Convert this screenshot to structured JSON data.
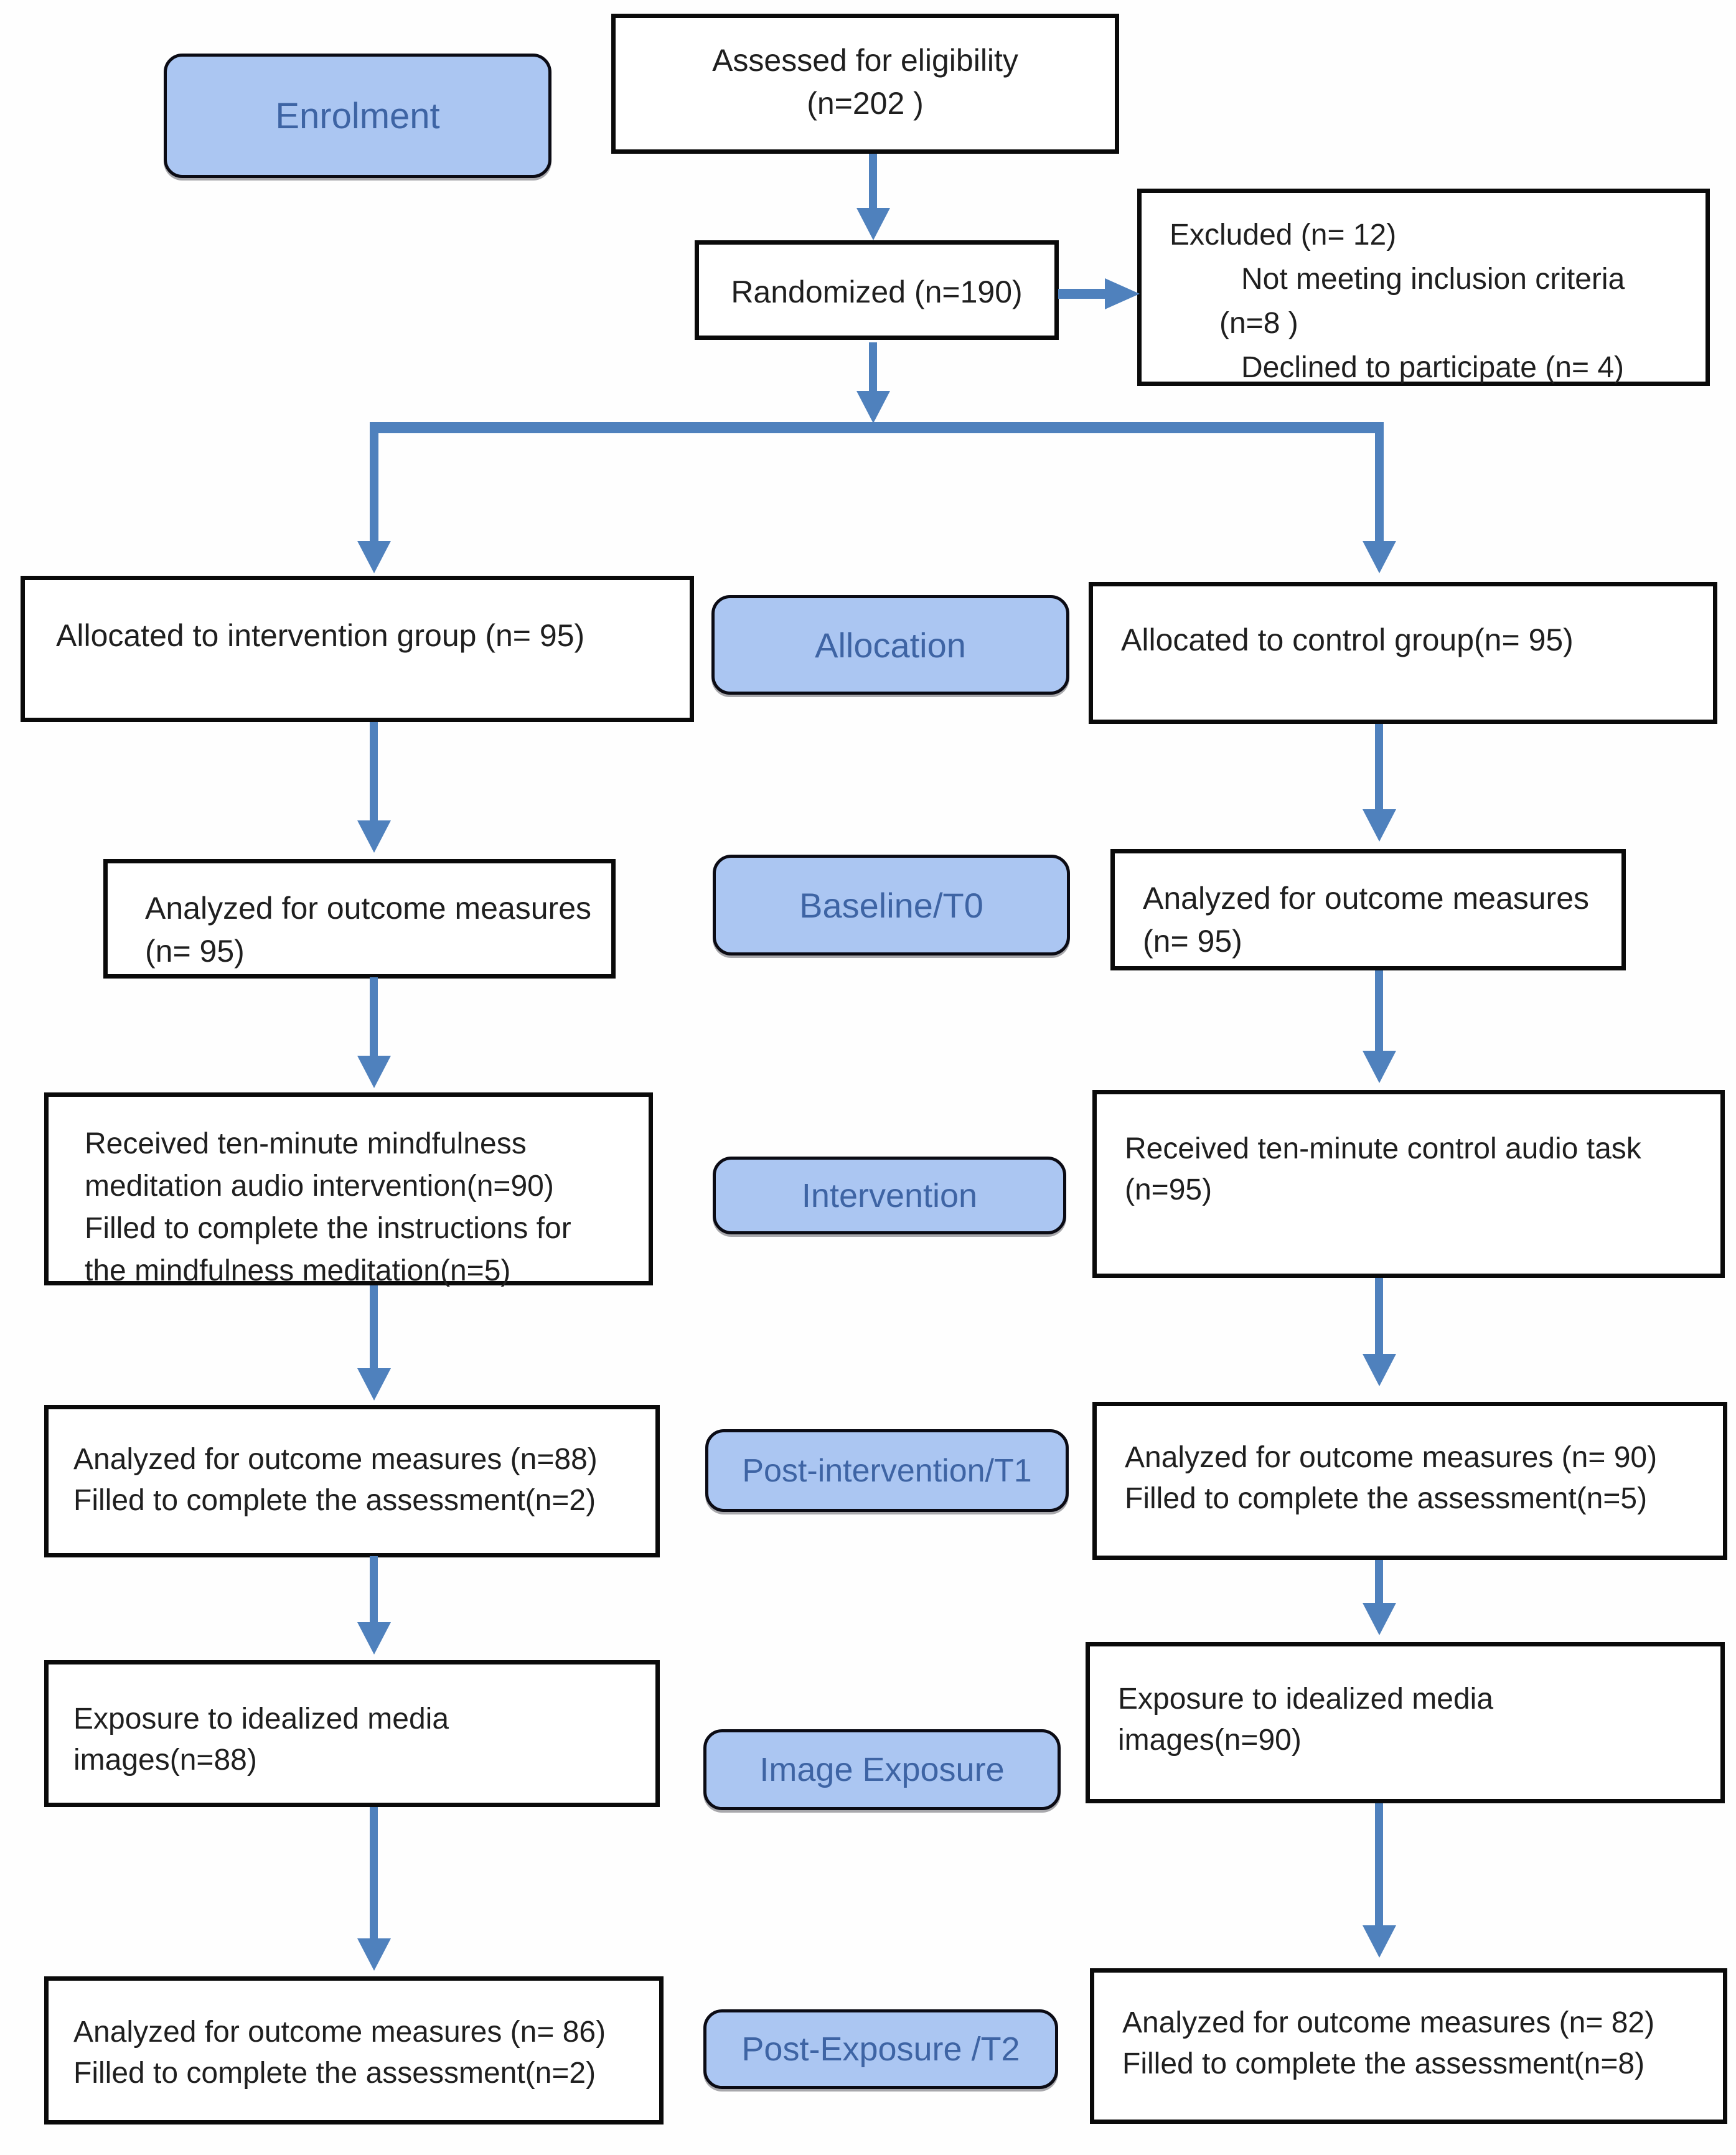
{
  "stages": {
    "enrolment": "Enrolment",
    "allocation": "Allocation",
    "baseline": "Baseline/T0",
    "intervention": "Intervention",
    "post_intervention": "Post-intervention/T1",
    "image_exposure": "Image Exposure",
    "post_exposure": "Post-Exposure /T2"
  },
  "nodes": {
    "assessed": {
      "lines": [
        "Assessed for eligibility",
        "(n=202 )"
      ]
    },
    "randomized": {
      "lines": [
        "Randomized (n=190)"
      ]
    },
    "excluded": {
      "lines": [
        "Excluded (n= 12)",
        "Not meeting inclusion criteria",
        "(n=8 )",
        "Declined to participate (n= 4)"
      ]
    },
    "allocated_intervention": {
      "lines": [
        "Allocated to intervention group (n= 95)"
      ]
    },
    "allocated_control": {
      "lines": [
        "Allocated to control group(n= 95)"
      ]
    },
    "baseline_intervention": {
      "lines": [
        "Analyzed for outcome measures",
        "(n= 95)"
      ]
    },
    "baseline_control": {
      "lines": [
        "Analyzed for outcome measures",
        "(n= 95)"
      ]
    },
    "intervention_received": {
      "lines": [
        "Received ten-minute mindfulness",
        "meditation audio intervention(n=90)",
        "Filled to complete the instructions for",
        "the mindfulness meditation(n=5)"
      ]
    },
    "control_received": {
      "lines": [
        "Received ten-minute control audio task",
        "(n=95)"
      ]
    },
    "t1_intervention": {
      "lines": [
        "Analyzed for outcome measures (n=88)",
        "Filled to complete the assessment(n=2)"
      ]
    },
    "t1_control": {
      "lines": [
        "Analyzed for outcome measures (n= 90)",
        "Filled to complete the assessment(n=5)"
      ]
    },
    "exposure_intervention": {
      "lines": [
        "Exposure to idealized media",
        "images(n=88)"
      ]
    },
    "exposure_control": {
      "lines": [
        "Exposure to idealized media",
        "images(n=90)"
      ]
    },
    "t2_intervention": {
      "lines": [
        "Analyzed for outcome measures (n= 86)",
        "Filled to complete the assessment(n=2)"
      ]
    },
    "t2_control": {
      "lines": [
        "Analyzed for outcome measures (n= 82)",
        "Filled to complete the assessment(n=8)"
      ]
    }
  },
  "colors": {
    "arrow": "#4f81bd",
    "stage_fill": "#abc6f2",
    "stage_text": "#3e64a4",
    "box_border": "#0a0a0a",
    "box_background": "#ffffff",
    "text": "#1f1f1f"
  }
}
